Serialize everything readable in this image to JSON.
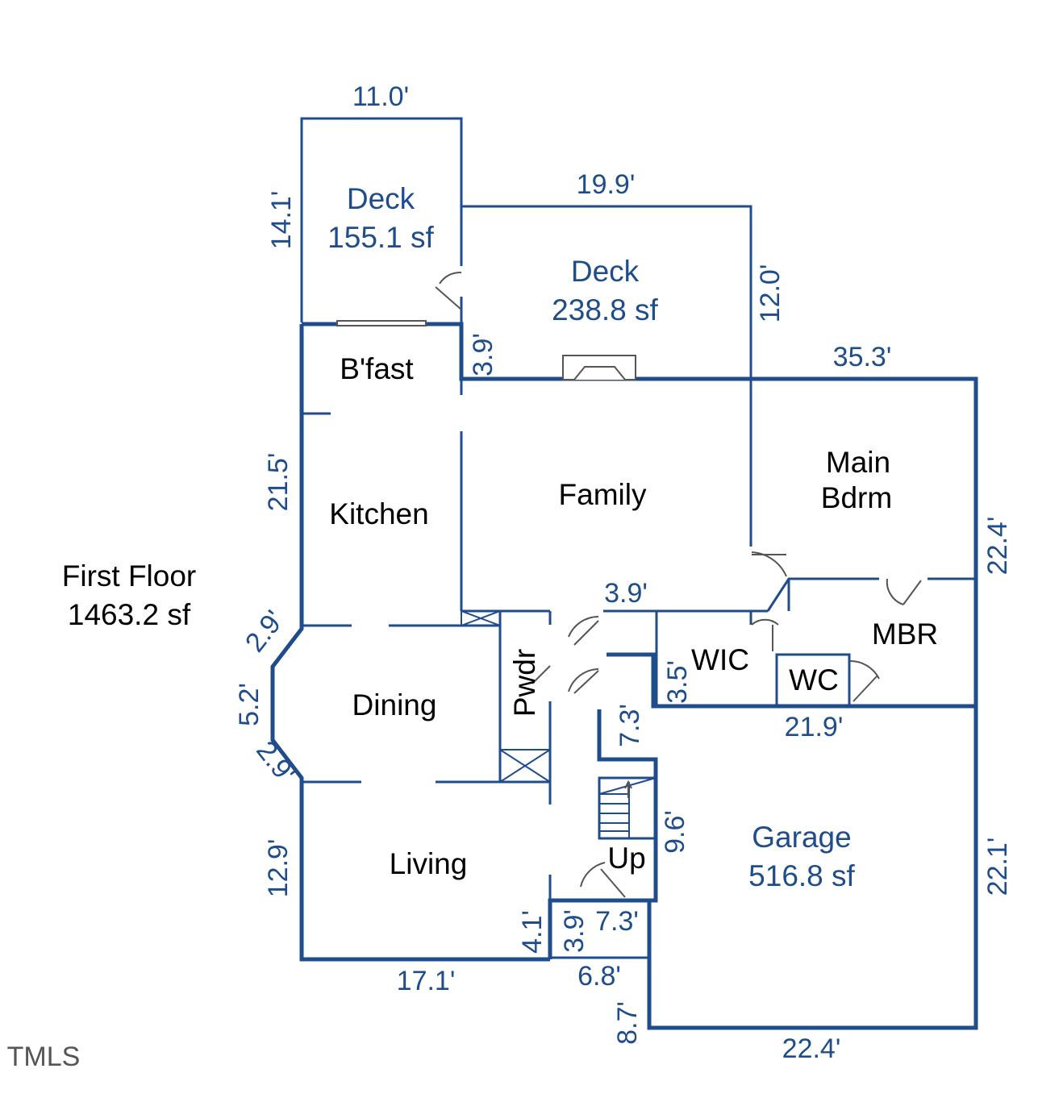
{
  "floor": {
    "name": "First Floor",
    "area": "1463.2 sf"
  },
  "rooms": {
    "deck1": {
      "name": "Deck",
      "area": "155.1 sf"
    },
    "deck2": {
      "name": "Deck",
      "area": "238.8 sf"
    },
    "bfast": "B'fast",
    "kitchen": "Kitchen",
    "family": "Family",
    "main_bdrm_line1": "Main",
    "main_bdrm_line2": "Bdrm",
    "mbr": "MBR",
    "wic": "WIC",
    "wc": "WC",
    "dining": "Dining",
    "pwdr": "Pwdr",
    "living": "Living",
    "up": "Up",
    "garage": {
      "name": "Garage",
      "area": "516.8 sf"
    }
  },
  "dimensions": {
    "deck1_top": "11.0'",
    "deck1_left": "14.1'",
    "deck2_top": "19.9'",
    "deck2_right": "12.0'",
    "deck2_step": "3.9'",
    "house_top": "35.3'",
    "kitchen_left": "21.5'",
    "right_upper": "22.4'",
    "family_bottom": "3.9'",
    "bay_upper": "2.9'",
    "bay_mid": "5.2'",
    "bay_lower": "2.9'",
    "wic_side": "3.5'",
    "mbr_bottom": "21.9'",
    "hall_side": "7.3'",
    "stair_side": "9.6'",
    "living_left": "12.9'",
    "entry_left": "4.1'",
    "entry_inner": "3.9'",
    "entry_top": "7.3'",
    "living_bottom": "17.1'",
    "entry_bottom": "6.8'",
    "garage_left": "8.7'",
    "garage_bottom": "22.4'",
    "garage_right": "22.1'"
  },
  "watermark": "TMLS",
  "colors": {
    "wall": "#1f4d8c",
    "text": "#1f4d8c",
    "room_text": "#000000"
  }
}
